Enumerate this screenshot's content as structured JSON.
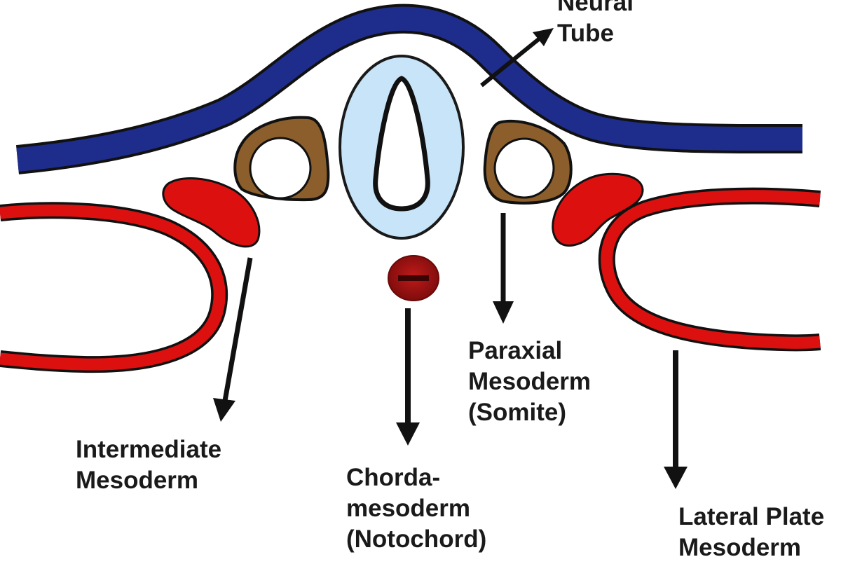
{
  "labels": {
    "neural_tube": {
      "lines": [
        "Neural",
        "Tube"
      ]
    },
    "intermediate": {
      "lines": [
        "Intermediate",
        "Mesoderm"
      ]
    },
    "chorda": {
      "lines": [
        "Chorda-",
        "mesoderm",
        "(Notochord)"
      ]
    },
    "paraxial": {
      "lines": [
        "Paraxial",
        "Mesoderm",
        "(Somite)"
      ]
    },
    "lateral": {
      "lines": [
        "Lateral Plate",
        "Mesoderm"
      ]
    }
  },
  "colors": {
    "ectoderm": "#1e2d8c",
    "neural_tube_fill": "#c8e4f8",
    "somite": "#8b5e2b",
    "mesoderm_red": "#dd1010",
    "notochord": "#9b1010",
    "arrow": "#111111"
  }
}
